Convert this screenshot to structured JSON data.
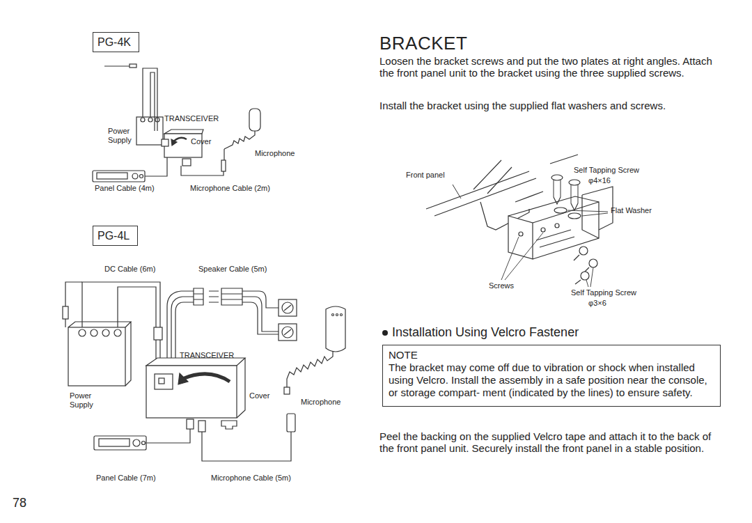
{
  "diagram": {
    "title": "BRACKET",
    "nodes": [
      {
        "text": [
          "PG-4K"
        ]
      },
      {
        "text": [
          "PG-4L"
        ]
      },
      {
        "text": [
          "NOTE",
          "The bracket may come off due to vibration or shock when installed using Velcro. Install the assembly in a safe position near the console, or storage compart- ment (indicated by the lines) to ensure safety."
        ]
      }
    ],
    "labels": [
      "TRANSCEIVER",
      "Power Supply",
      "Cover",
      "Microphone",
      "Panel Cable (4m)",
      "Microphone Cable (2m)",
      "DC Cable (6m)",
      "Speaker Cable (5m)",
      "TRANSCEIVER",
      "Power Supply",
      "Cover",
      "Microphone",
      "Panel Cable (7m)",
      "Microphone Cable (5m)",
      "Loosen the bracket screws and put the two plates at right angles. Attach the front panel unit to the bracket using the three supplied screws.",
      "Install the bracket using the supplied flat washers and screws.",
      "Front panel",
      "Self Tapping Screw",
      "φ4×16",
      "Flat Washer",
      "Screws",
      "Self Tapping Screw",
      "φ3×6",
      "Installation Using Velcro Fastener",
      "Peel the backing on the supplied Velcro tape and attach it to the back of the front panel unit. Securely install the front panel in a stable position.",
      "78"
    ]
  }
}
